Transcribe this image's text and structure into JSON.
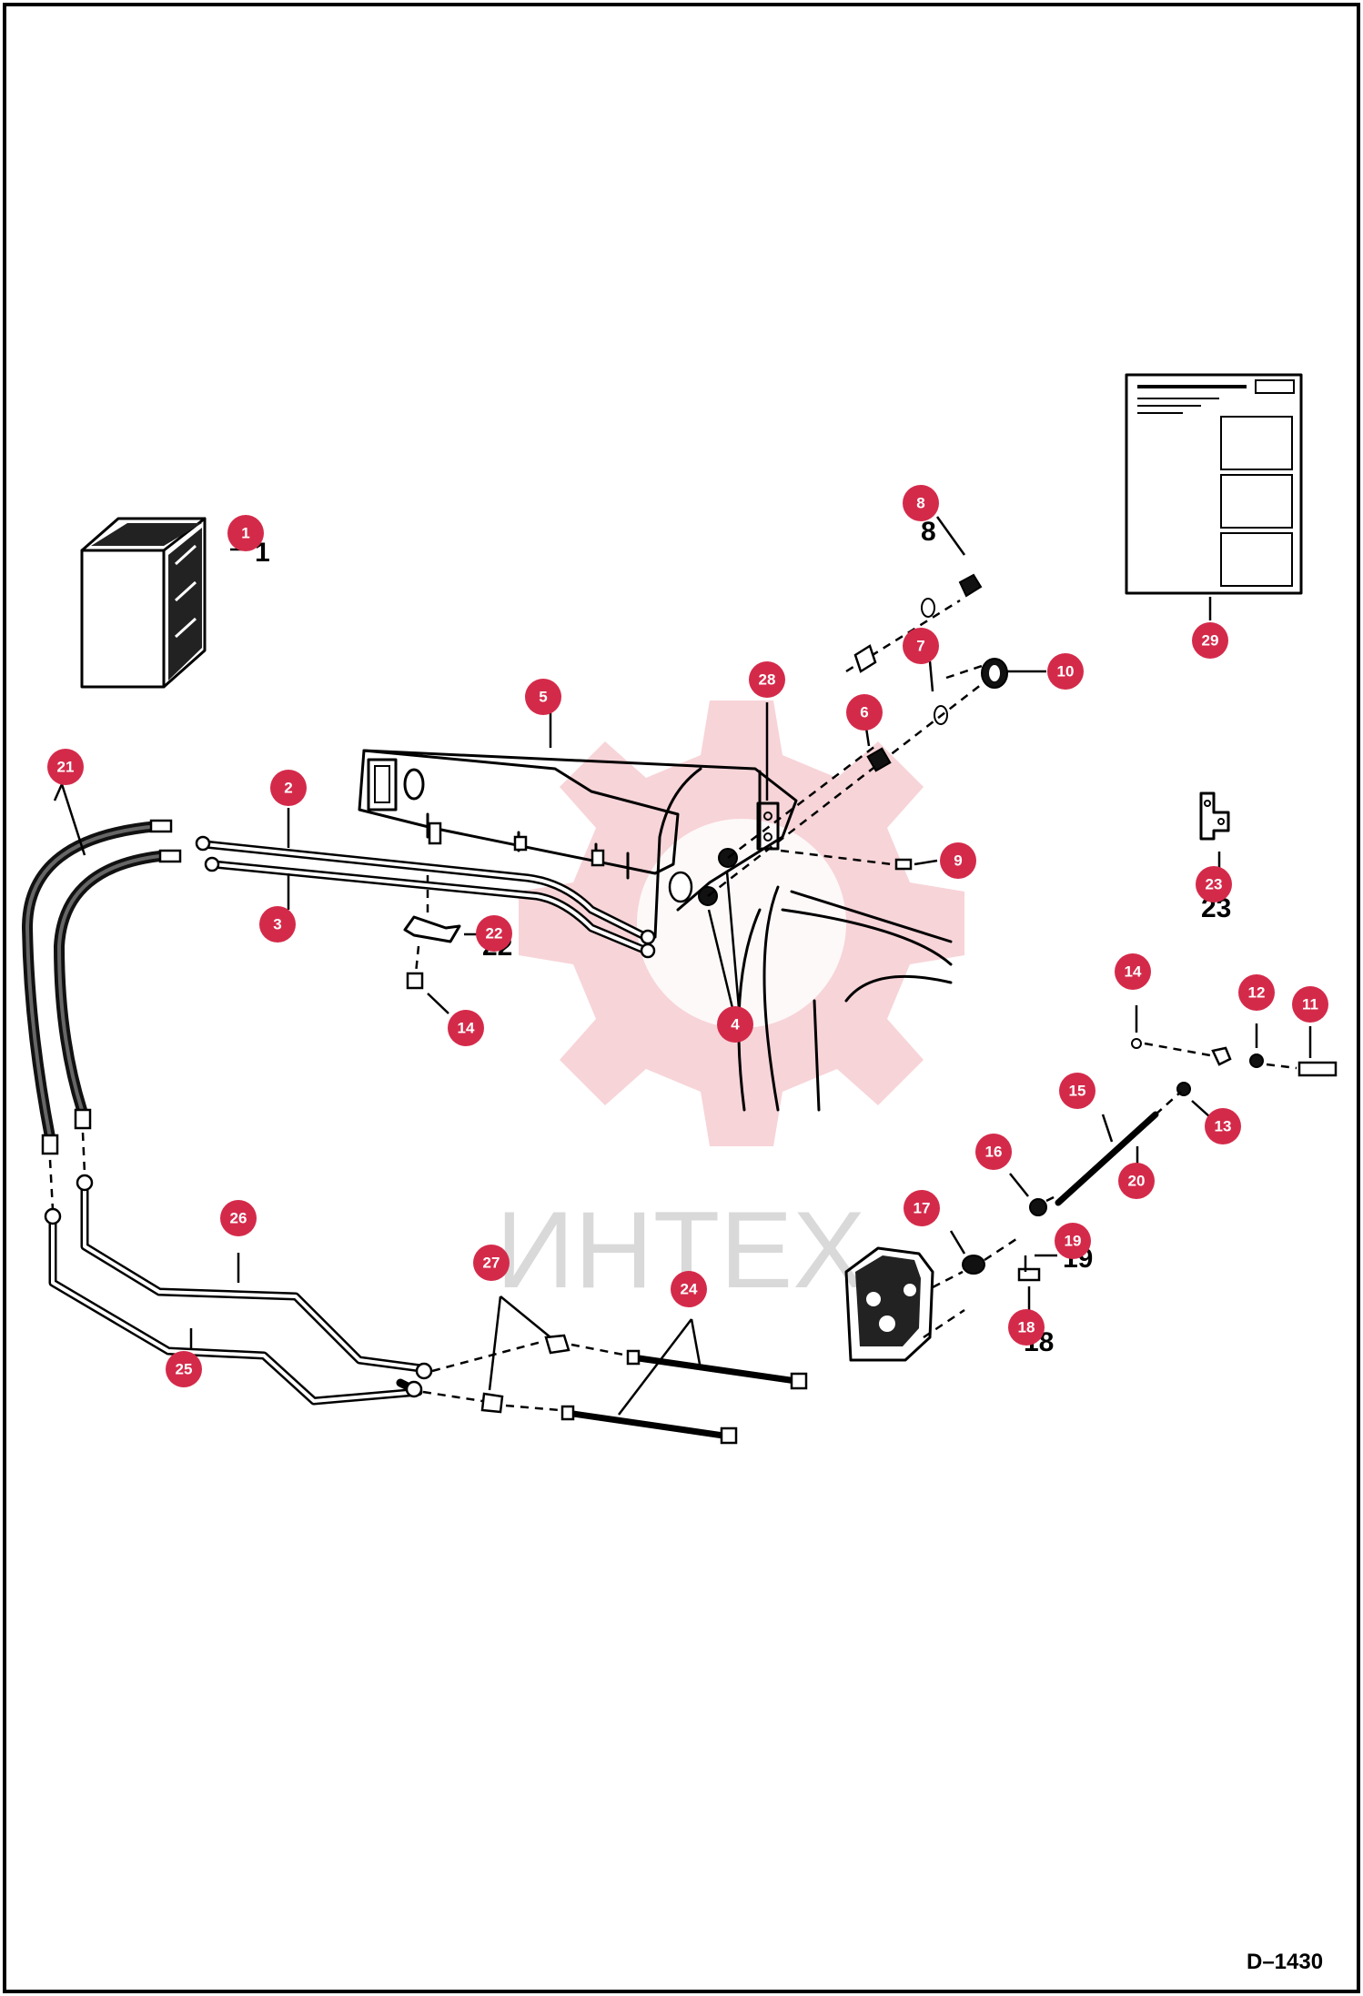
{
  "diagram": {
    "drawing_code": "D–1430",
    "watermark": "ИНТЕХ",
    "callouts": [
      {
        "id": "c1",
        "label": "1"
      },
      {
        "id": "c2",
        "label": "2"
      },
      {
        "id": "c3",
        "label": "3"
      },
      {
        "id": "c4",
        "label": "4"
      },
      {
        "id": "c5",
        "label": "5"
      },
      {
        "id": "c6",
        "label": "6"
      },
      {
        "id": "c7",
        "label": "7"
      },
      {
        "id": "c8",
        "label": "8"
      },
      {
        "id": "c9",
        "label": "9"
      },
      {
        "id": "c10",
        "label": "10"
      },
      {
        "id": "c11",
        "label": "11"
      },
      {
        "id": "c12",
        "label": "12"
      },
      {
        "id": "c13",
        "label": "13"
      },
      {
        "id": "c14a",
        "label": "14"
      },
      {
        "id": "c14b",
        "label": "14"
      },
      {
        "id": "c15",
        "label": "15"
      },
      {
        "id": "c16",
        "label": "16"
      },
      {
        "id": "c17",
        "label": "17"
      },
      {
        "id": "c18",
        "label": "18"
      },
      {
        "id": "c19",
        "label": "19"
      },
      {
        "id": "c20",
        "label": "20"
      },
      {
        "id": "c21",
        "label": "21"
      },
      {
        "id": "c22",
        "label": "22"
      },
      {
        "id": "c23",
        "label": "23"
      },
      {
        "id": "c24",
        "label": "24"
      },
      {
        "id": "c25",
        "label": "25"
      },
      {
        "id": "c26",
        "label": "26"
      },
      {
        "id": "c27",
        "label": "27"
      },
      {
        "id": "c28",
        "label": "28"
      },
      {
        "id": "c29",
        "label": "29"
      }
    ],
    "plain_labels": [
      {
        "id": "p1",
        "label": "1"
      },
      {
        "id": "p8",
        "label": "8"
      },
      {
        "id": "p22",
        "label": "22"
      },
      {
        "id": "p19",
        "label": "19"
      },
      {
        "id": "p23",
        "label": "23"
      },
      {
        "id": "p18",
        "label": "18"
      }
    ],
    "colors": {
      "badge": "#d42a4a",
      "ink": "#000000",
      "watermark": "#f4c6cb"
    }
  }
}
